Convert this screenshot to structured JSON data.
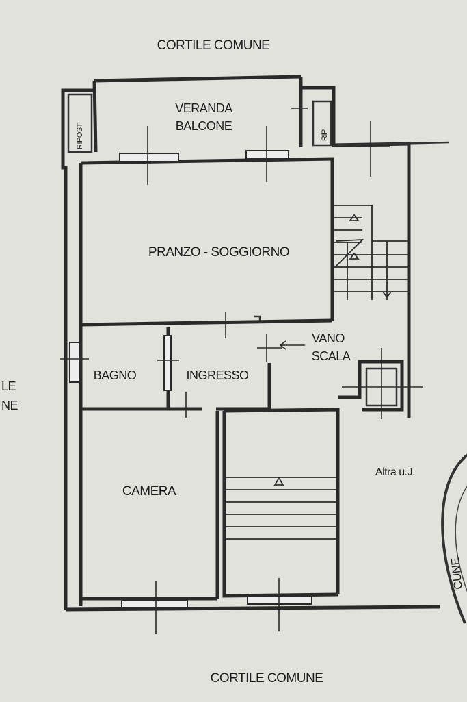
{
  "labels": {
    "cortile_top": "CORTILE COMUNE",
    "cortile_bottom": "CORTILE COMUNE",
    "ripost": "RIPOST",
    "veranda": "VERANDA",
    "balcone": "BALCONE",
    "rip": "RIP",
    "pranzo_soggiorno": "PRANZO - SOGGIORNO",
    "vano": "VANO",
    "scala": "SCALA",
    "bagno": "BAGNO",
    "ingresso": "INGRESSO",
    "camera": "CAMERA",
    "altra_uj": "Altra u.J.",
    "left_edge_line1": "LE",
    "left_edge_line2": "NE",
    "stamp_text": "CUNE"
  },
  "colors": {
    "paper": "#e2e2dc",
    "ink": "#2a2a2a"
  }
}
